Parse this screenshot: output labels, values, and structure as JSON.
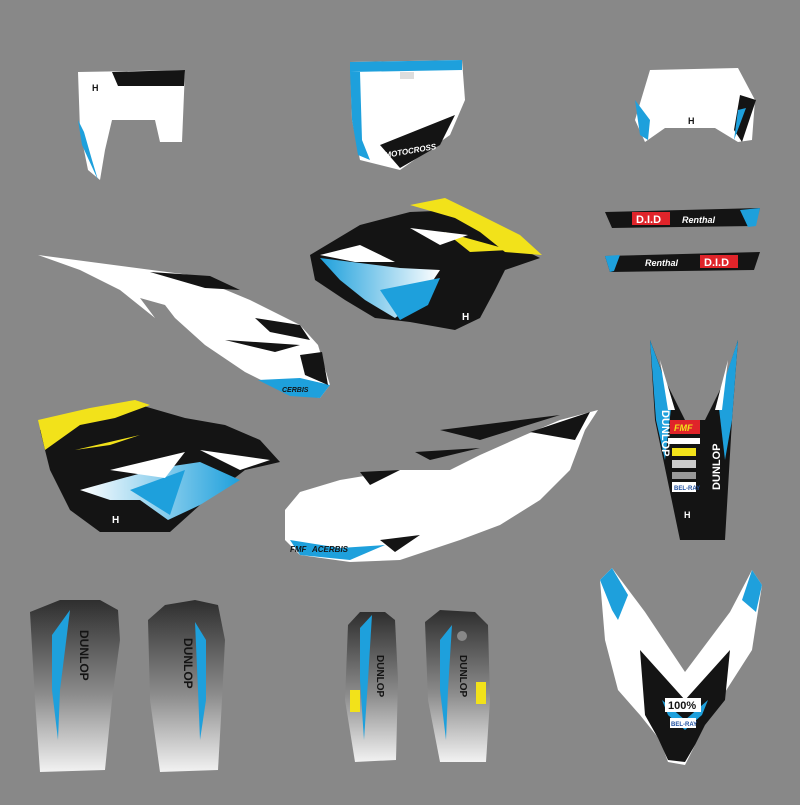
{
  "canvas": {
    "background": "#888888"
  },
  "colors": {
    "white": "#ffffff",
    "black": "#141414",
    "blue": "#1ea0dc",
    "light_blue": "#6fd0f2",
    "yellow": "#f2e21a",
    "grey_dark": "#3a3a3a",
    "grey_light": "#e6e6e6",
    "red": "#e0242a"
  },
  "labels": {
    "h_mark": "H",
    "motocross": "MOTOCROSS",
    "did": "D.I.D",
    "renthal": "Renthal",
    "dunlop": "DUNLOP",
    "acerbis": "ACERBIS",
    "fmf": "FMF",
    "cerbis_short": "CERBIS",
    "hundred_percent": "100%",
    "bel_ray": "BEL-RAY"
  },
  "icons": [
    "fork-guard-arrow-icon",
    "renthal-r-icon"
  ]
}
